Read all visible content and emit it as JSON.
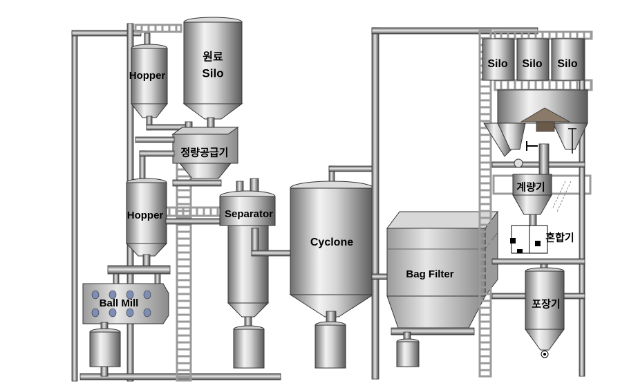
{
  "labels": {
    "hopper_top": "Hopper",
    "raw_silo_line1": "원료",
    "raw_silo_line2": "Silo",
    "feeder": "정량공급기",
    "hopper_mid": "Hopper",
    "separator": "Separator",
    "cyclone": "Cyclone",
    "bag_filter": "Bag Filter",
    "ball_mill": "Ball Mill",
    "silo_1": "Silo",
    "silo_2": "Silo",
    "silo_3": "Silo",
    "weigher": "계량기",
    "mixer": "혼합기",
    "packer": "포장기"
  }
}
